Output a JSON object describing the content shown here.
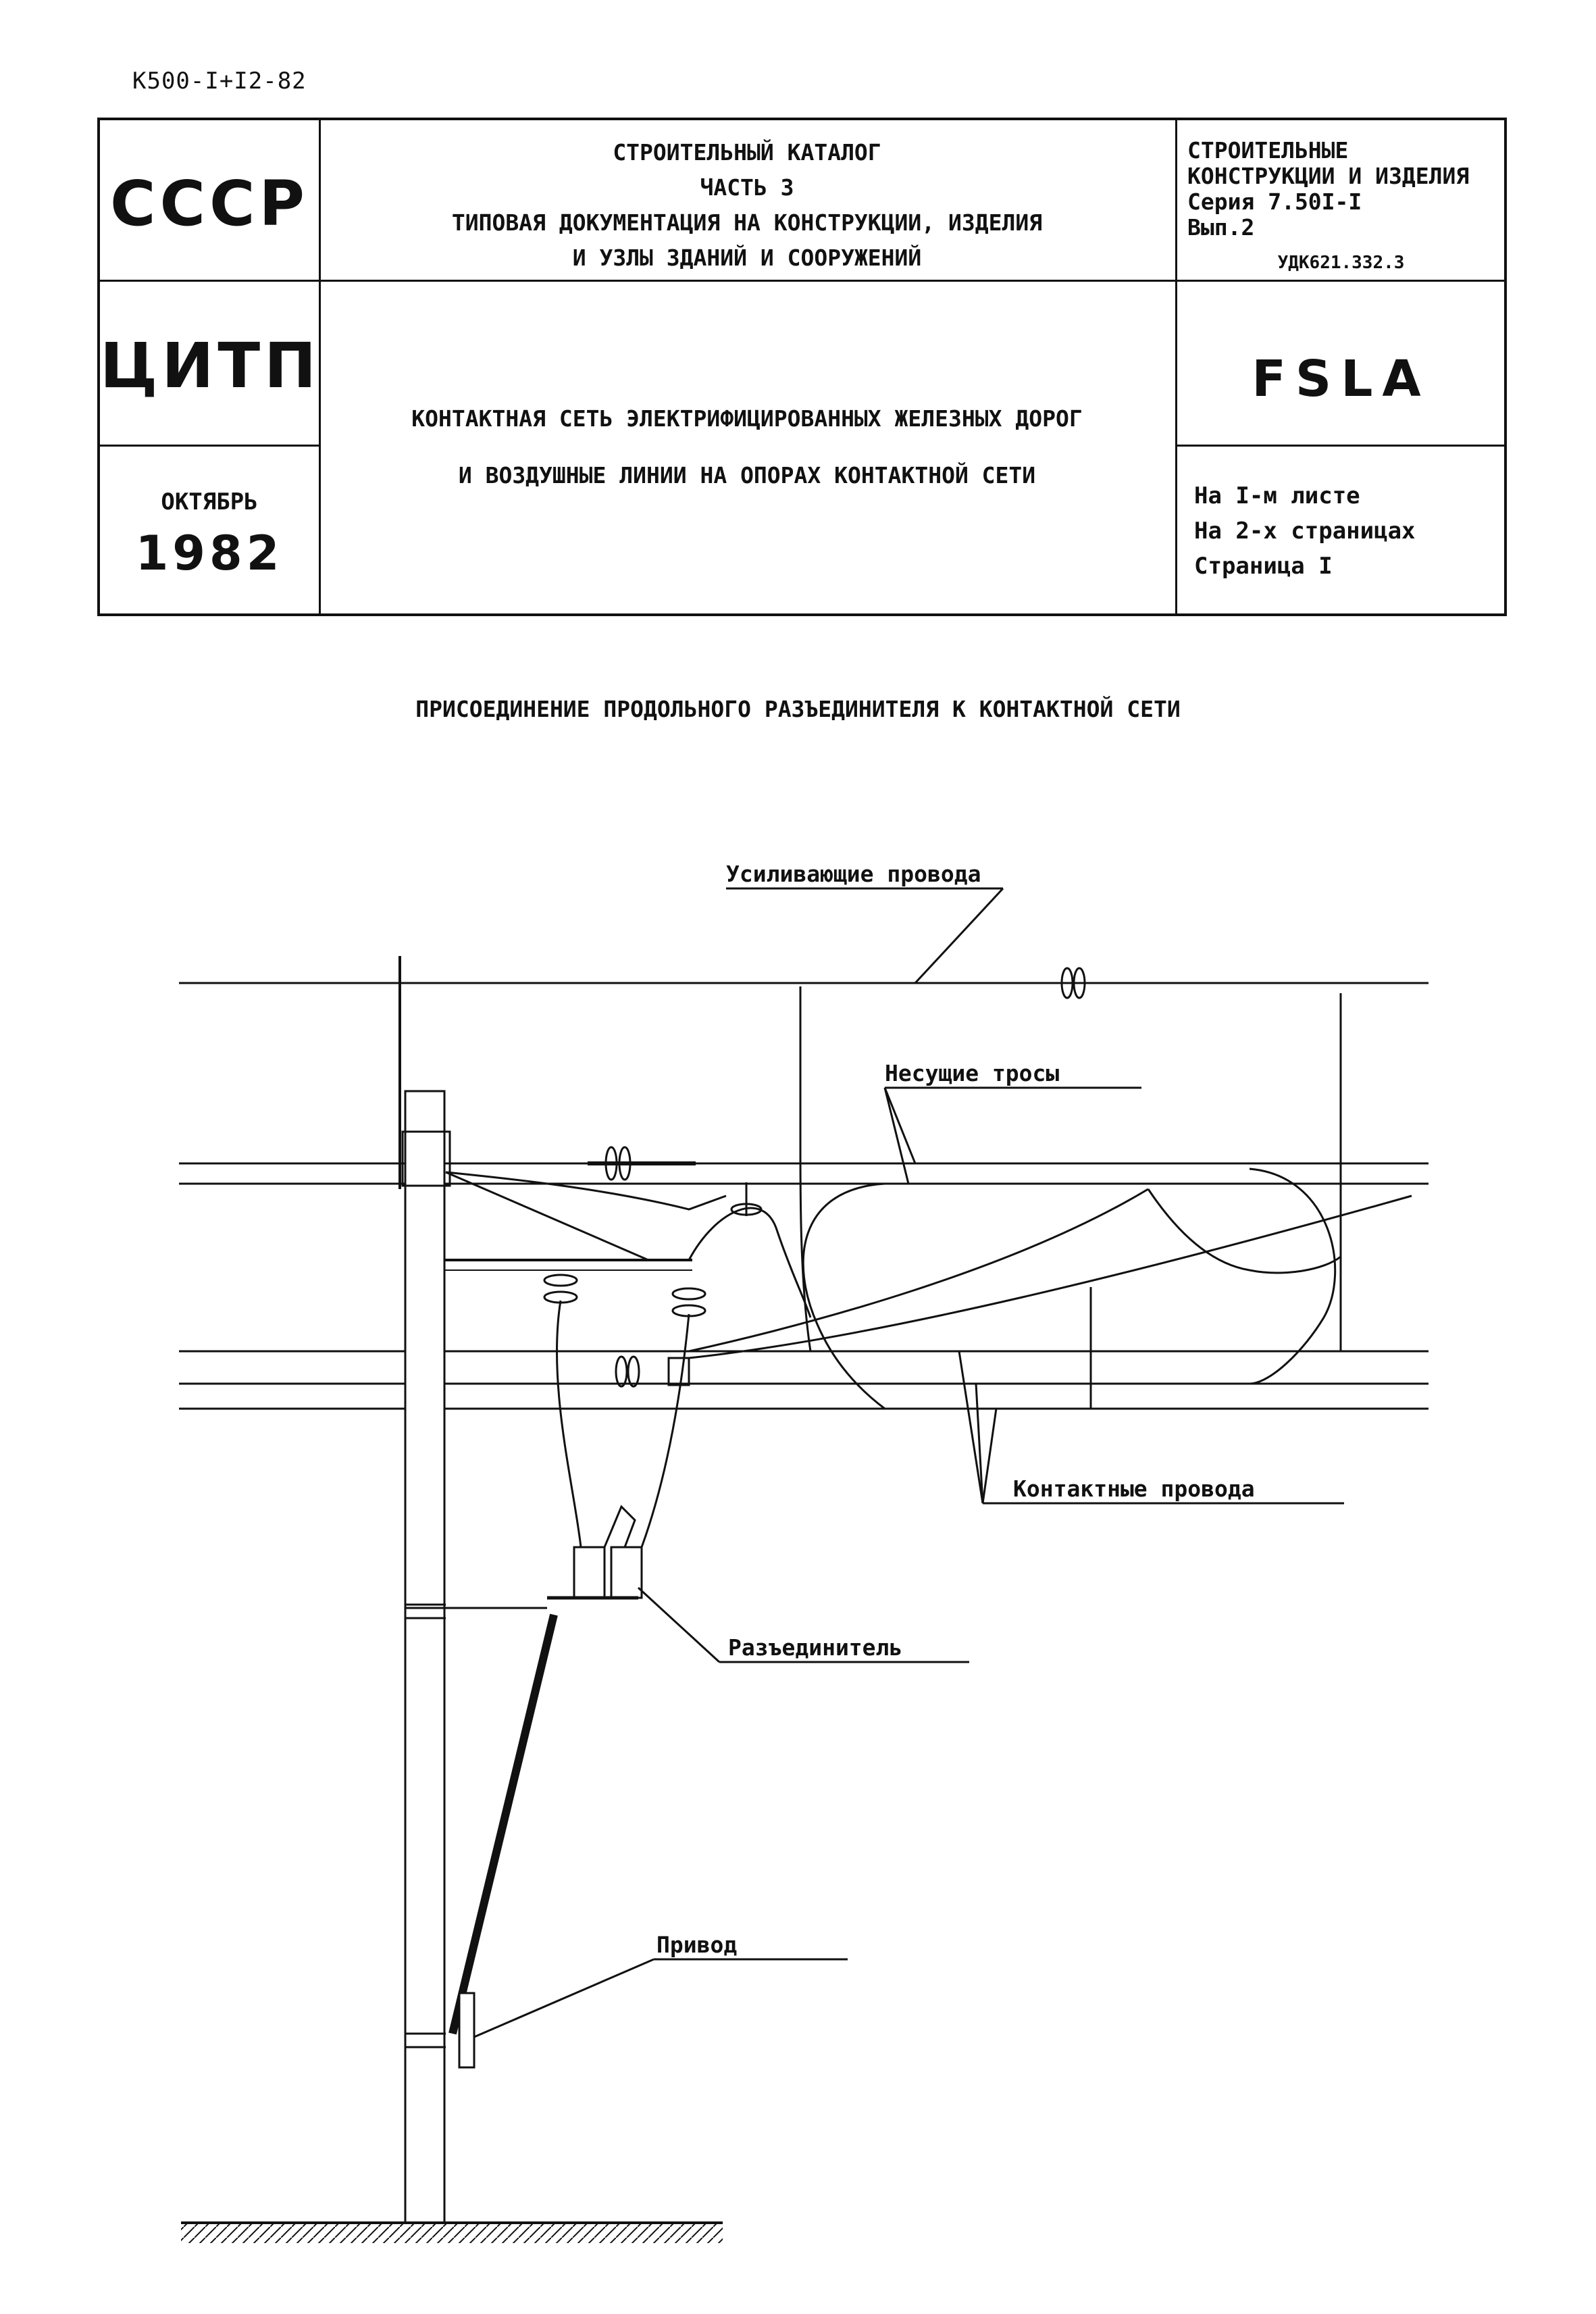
{
  "doc_code": "К500-I+I2-82",
  "header": {
    "left_top": "СССР",
    "left_middle": "ЦИТП",
    "month": "ОКТЯБРЬ",
    "year": "1982",
    "catalog_lines": [
      "СТРОИТЕЛЬНЫЙ КАТАЛОГ",
      "ЧАСТЬ 3",
      "ТИПОВАЯ ДОКУМЕНТАЦИЯ НА КОНСТРУКЦИИ, ИЗДЕЛИЯ",
      "И УЗЛЫ ЗДАНИЙ И СООРУЖЕНИЙ"
    ],
    "subject_lines": [
      "КОНТАКТНАЯ СЕТЬ ЭЛЕКТРИФИЦИРОВАННЫХ ЖЕЛЕЗНЫХ ДОРОГ",
      "И ВОЗДУШНЫЕ ЛИНИИ НА ОПОРАХ КОНТАКТНОЙ СЕТИ"
    ],
    "section_lines": [
      "СТРОИТЕЛЬНЫЕ",
      "КОНСТРУКЦИИ И ИЗДЕЛИЯ",
      "Серия 7.50I-I",
      "Вып.2"
    ],
    "udk": "УДК621.332.3",
    "code": "FSLA",
    "sheet_lines": [
      "На I-м листе",
      "На 2-х страницах",
      "Страница I"
    ]
  },
  "drawing": {
    "title": "ПРИСОЕДИНЕНИЕ ПРОДОЛЬНОГО РАЗЪЕДИНИТЕЛЯ К КОНТАКТНОЙ СЕТИ",
    "labels": {
      "reinforcing_wires": "Усиливающие провода",
      "catenary_cables": "Несущие тросы",
      "contact_wires": "Контактные провода",
      "disconnector": "Разъединитель",
      "drive": "Привод"
    }
  }
}
